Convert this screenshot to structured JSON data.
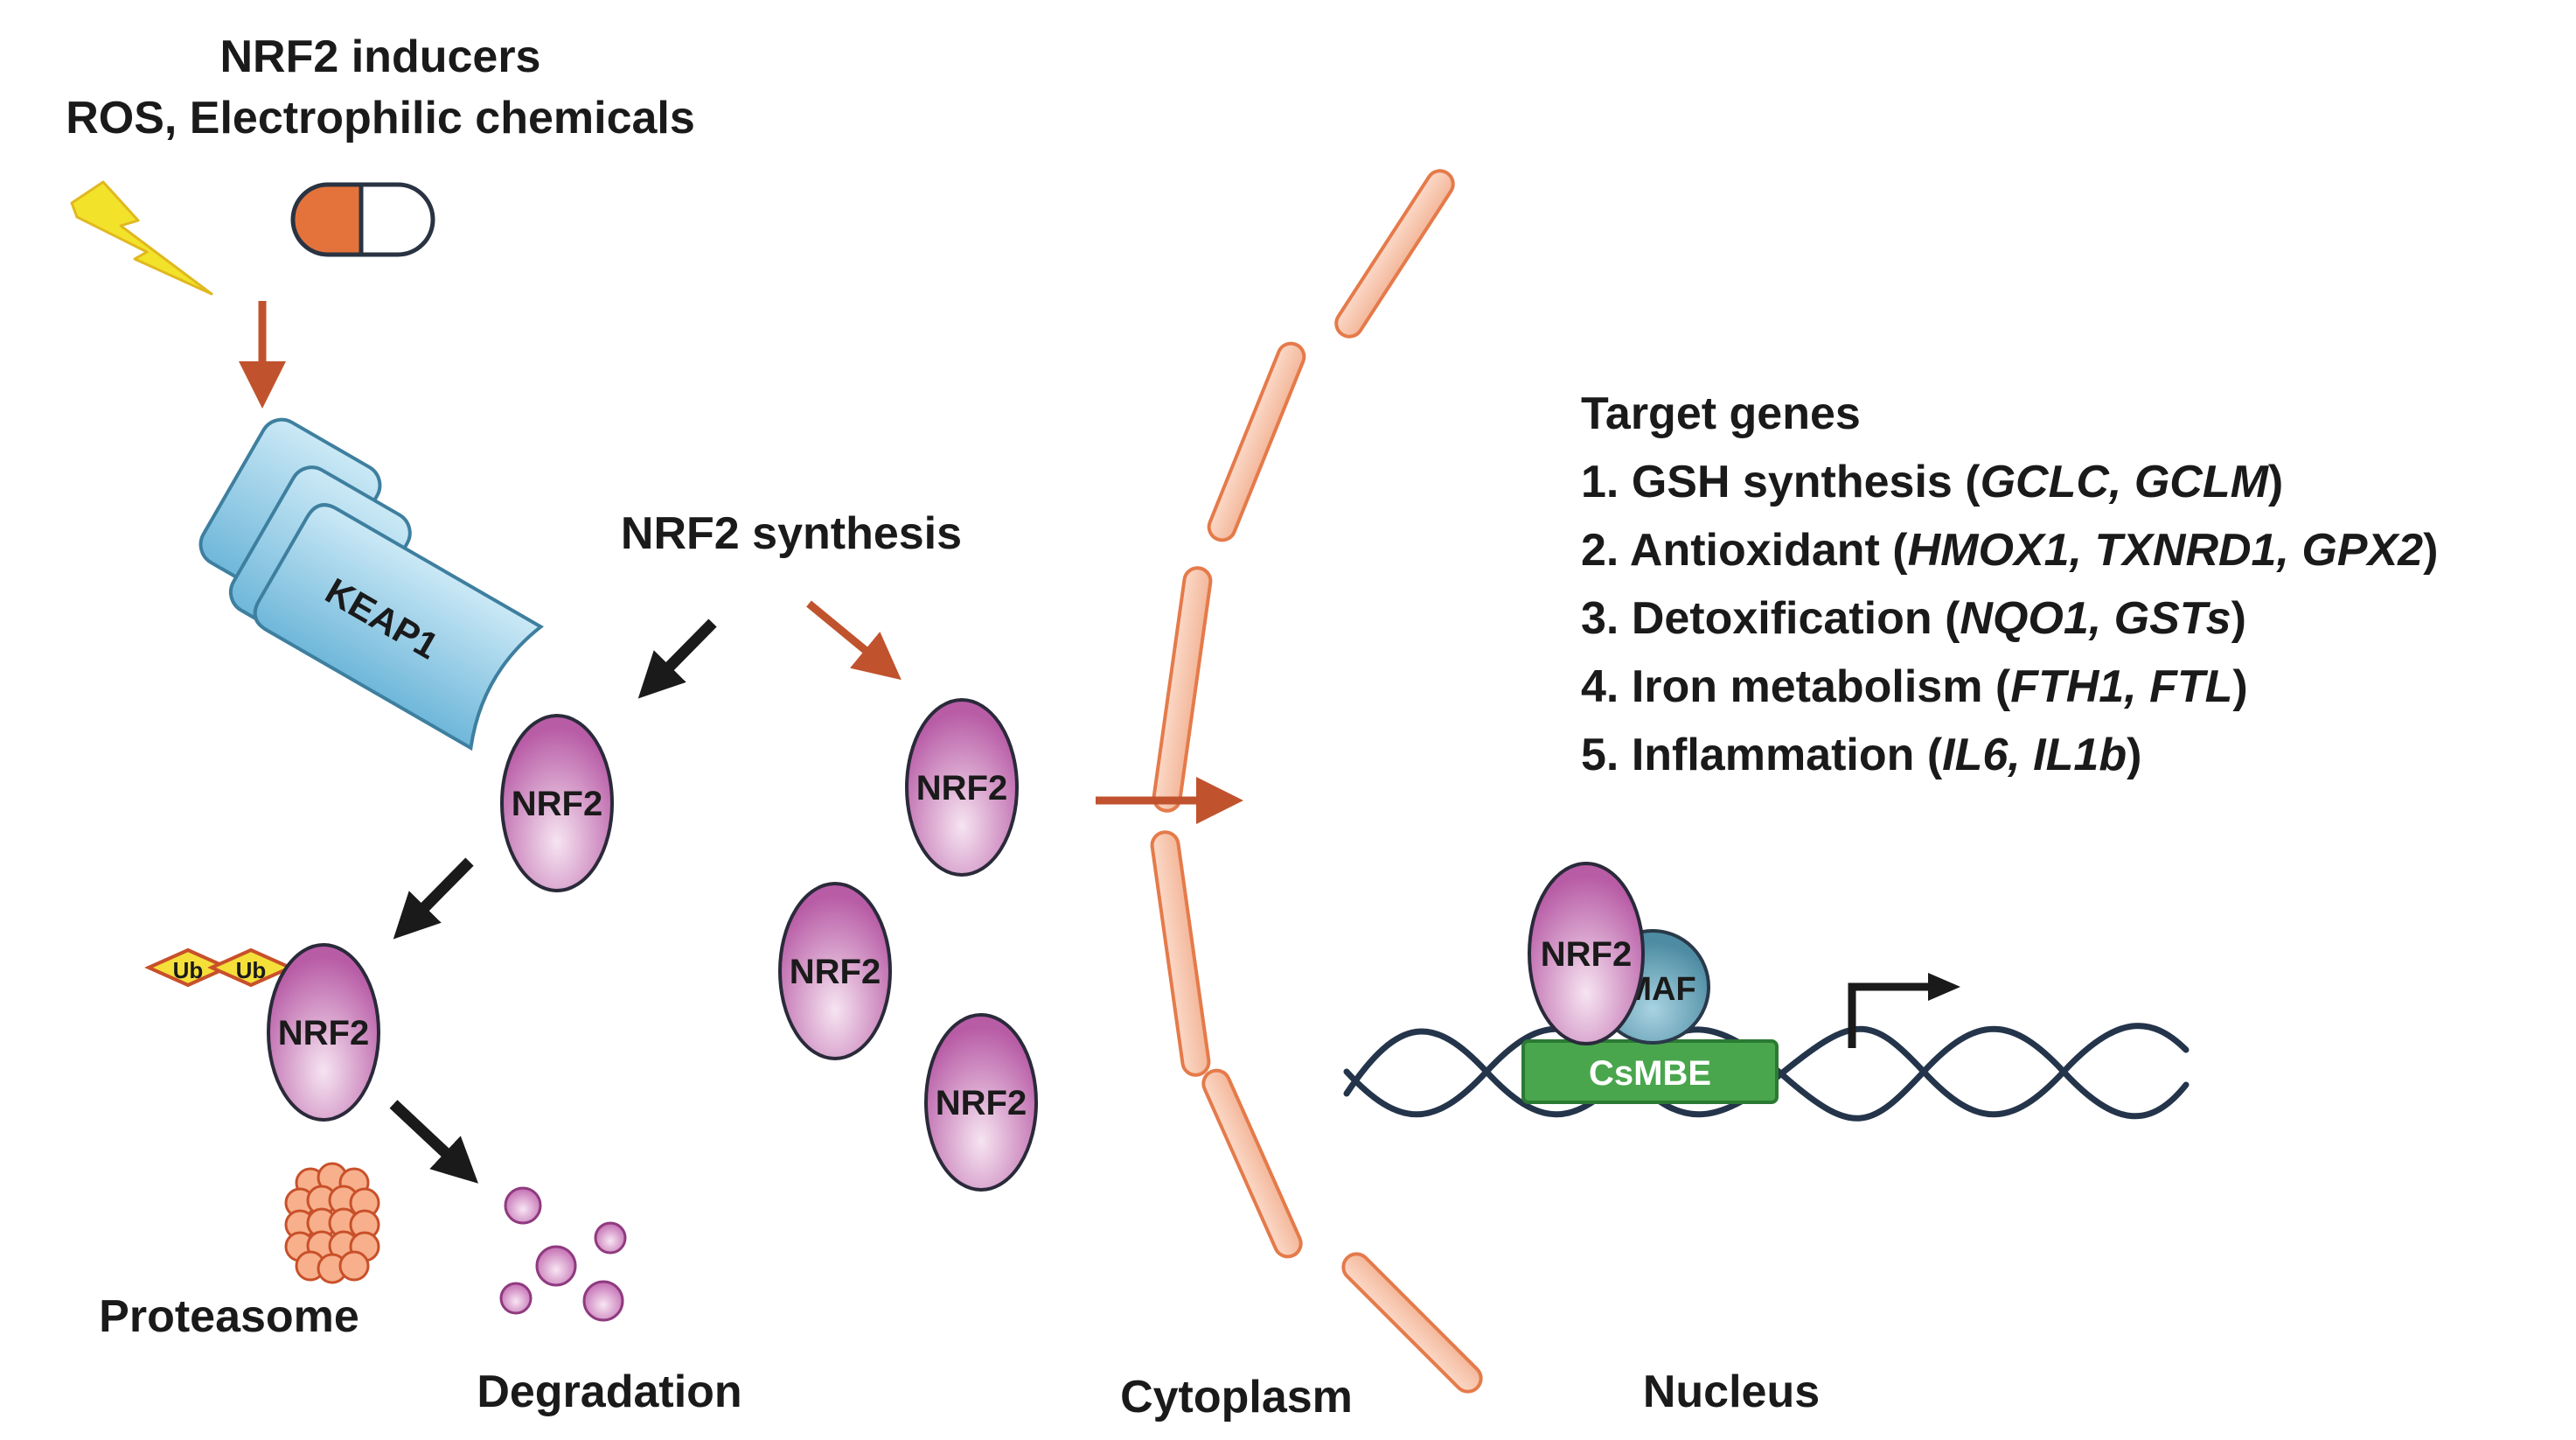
{
  "inducers": {
    "title": "NRF2 inducers",
    "subtitle": "ROS, Electrophilic chemicals"
  },
  "keap1_label": "KEAP1",
  "synthesis_label": "NRF2 synthesis",
  "protein_label": "NRF2",
  "ubiquitin_label": "Ub",
  "proteasome_label": "Proteasome",
  "degradation_label": "Degradation",
  "cytoplasm_label": "Cytoplasm",
  "nucleus_label": "Nucleus",
  "smaf_label": "sMAF",
  "element_label": "CsMBE",
  "target_genes": {
    "title": "Target genes",
    "items": [
      {
        "prefix": "1. GSH synthesis (",
        "genes": "GCLC, GCLM",
        "suffix": ")"
      },
      {
        "prefix": "2. Antioxidant (",
        "genes": "HMOX1, TXNRD1, GPX2",
        "suffix": ")"
      },
      {
        "prefix": "3. Detoxification (",
        "genes": "NQO1, GSTs",
        "suffix": ")"
      },
      {
        "prefix": "4. Iron metabolism (",
        "genes": "FTH1, FTL",
        "suffix": ")"
      },
      {
        "prefix": "5. Inflammation (",
        "genes": "IL6, IL1b",
        "suffix": ")"
      }
    ]
  },
  "colors": {
    "arrow_orange": "#c0532e",
    "arrow_black": "#1a1a1a",
    "membrane_fill": "#f7c7b0",
    "membrane_stroke": "#e57a4a",
    "nrf2_light": "#f6e4f1",
    "nrf2_dark": "#b85ca6",
    "keap1": "#7ec2e2",
    "smaf": "#5f9db3",
    "csmbe": "#4aa64d",
    "dna": "#24344a",
    "bolt": "#f2e32a",
    "pill_orange": "#e4733b"
  },
  "icons": [
    "lightning-bolt-icon",
    "capsule-icon",
    "proteasome-icon",
    "transcription-start-arrow-icon",
    "dna-helix-icon"
  ]
}
